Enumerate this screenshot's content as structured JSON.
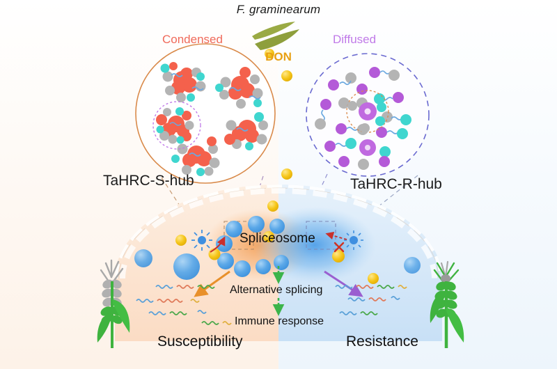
{
  "figure": {
    "pathogen_label": "F. graminearum",
    "toxin_label": "DON",
    "left_state_label": "Condensed",
    "right_state_label": "Diffused",
    "left_hub_label": "TaHRC-S-hub",
    "right_hub_label": "TaHRC-R-hub",
    "spliceosome_label": "Spliceosome",
    "process_label": "Alternative splicing",
    "outcome_label": "Immune response",
    "left_outcome_label": "Susceptibility",
    "right_outcome_label": "Resistance"
  },
  "colors": {
    "condensed_text": "#f06a5a",
    "diffused_text": "#c07ae8",
    "don_text": "#e8a012",
    "don_dot": "#f5c518",
    "hub_text": "#1a1a1a",
    "left_circle_border": "#d98a4a",
    "right_circle_border": "#6a6ad0",
    "left_inner_dash": "#c07ae8",
    "right_inner_dash": "#d98a4a",
    "condensate_red": "#f4614c",
    "protein_gray": "#b4b4b4",
    "protein_cyan": "#3fd6cf",
    "protein_purple": "#b45ad8",
    "linker_blue": "#6aa8e0",
    "cell_left_fill": "#fbe3d0",
    "cell_right_fill": "#cfe4f7",
    "spliceosome_blue": "#5ba8e8",
    "arrow_orange": "#e8902a",
    "arrow_purple": "#9a5fd0",
    "arrow_green": "#3cb44a",
    "arrow_red": "#d03020",
    "fungus_green": "#9aaa44",
    "wheat_green": "#3fb33f",
    "wheat_gray": "#a8a8a8"
  },
  "icons": {
    "pathogen": "fungal-spore-icon",
    "toxin": "don-molecule-icon",
    "wheat_diseased": "wheat-diseased-icon",
    "wheat_healthy": "wheat-healthy-icon",
    "block": "red-x-block-icon"
  }
}
